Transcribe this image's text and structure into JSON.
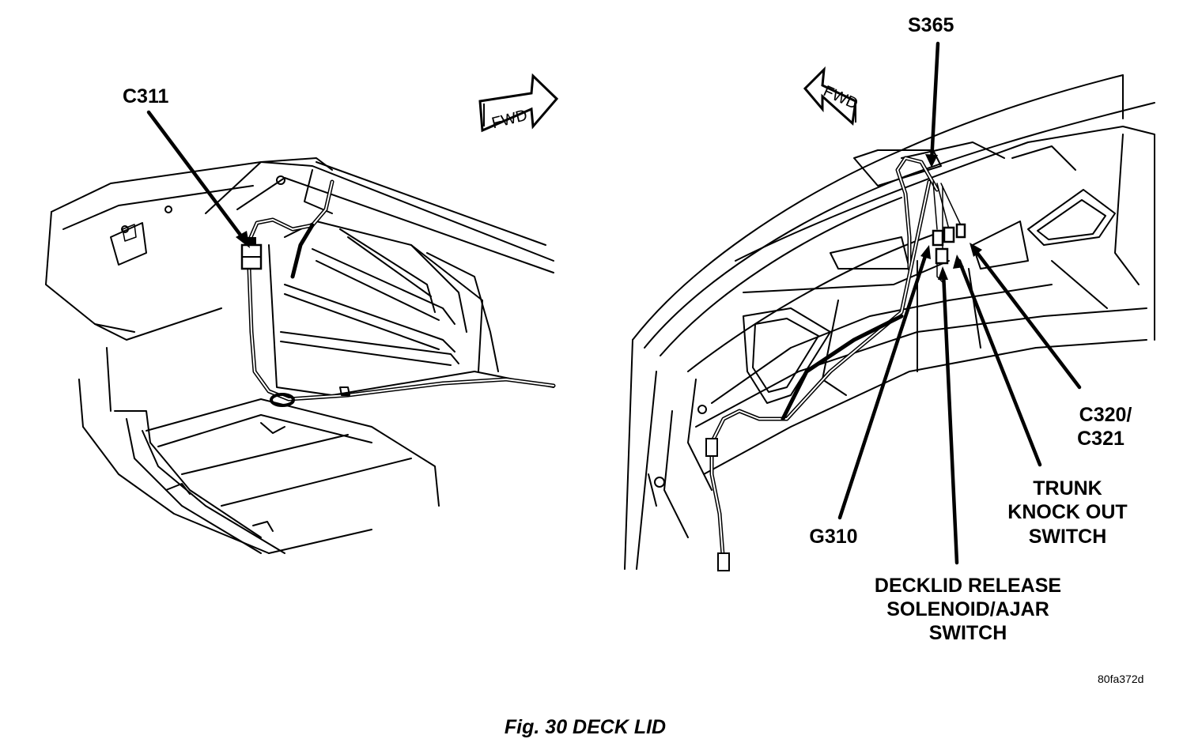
{
  "labels": {
    "c311": "C311",
    "s365": "S365",
    "c320_line1": "C320/",
    "c320_line2": "C321",
    "trunk_line1": "TRUNK",
    "trunk_line2": "KNOCK OUT",
    "trunk_line3": "SWITCH",
    "g310": "G310",
    "decklid_line1": "DECKLID RELEASE",
    "decklid_line2": "SOLENOID/AJAR",
    "decklid_line3": "SWITCH"
  },
  "fwd_left": "FWD",
  "fwd_right": "FWD",
  "image_code": "80fa372d",
  "caption": "Fig. 30 DECK LID"
}
